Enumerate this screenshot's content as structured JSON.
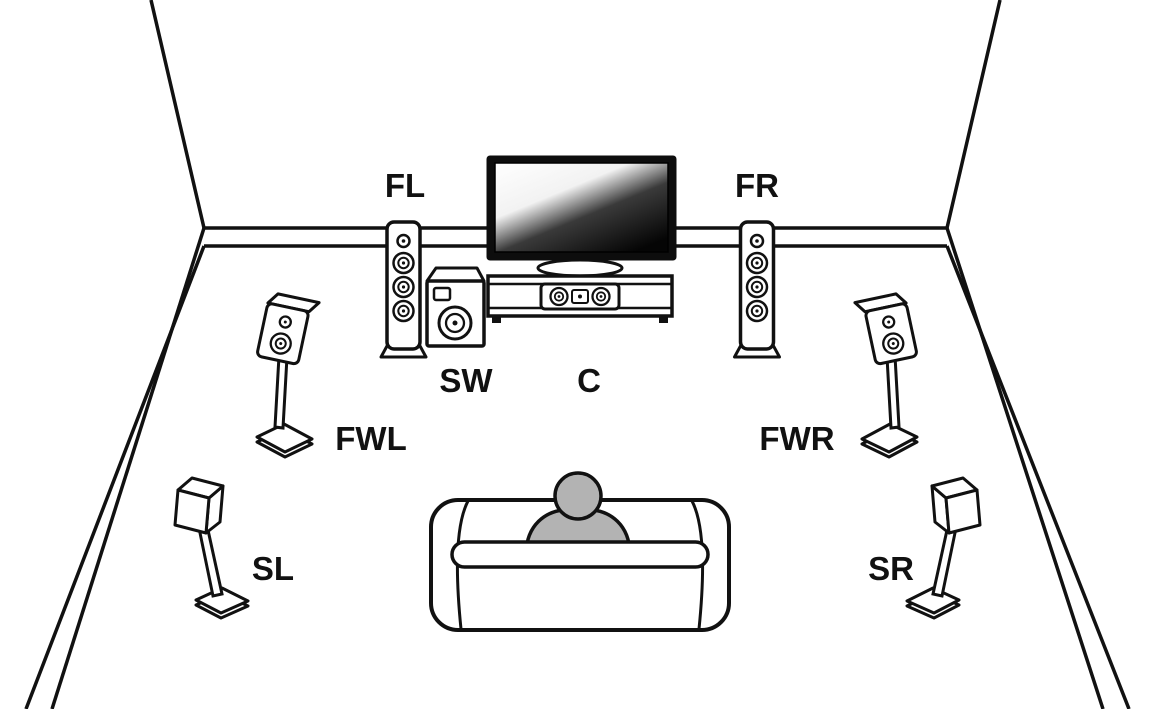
{
  "diagram": {
    "labels": {
      "fl": "FL",
      "fr": "FR",
      "sw": "SW",
      "c": "C",
      "fwl": "FWL",
      "fwr": "FWR",
      "sl": "SL",
      "sr": "SR"
    },
    "elements": [
      "room-outline",
      "tv",
      "tv-rack",
      "center-speaker",
      "subwoofer",
      "front-left-tower-speaker",
      "front-right-tower-speaker",
      "front-wide-left-speaker",
      "front-wide-right-speaker",
      "surround-left-speaker",
      "surround-right-speaker",
      "sofa",
      "listener"
    ],
    "colors": {
      "line": "#111111",
      "fill": "#ffffff",
      "listener": "#b3b3b3",
      "tv_screen_dark": "#0d0d0d"
    }
  }
}
